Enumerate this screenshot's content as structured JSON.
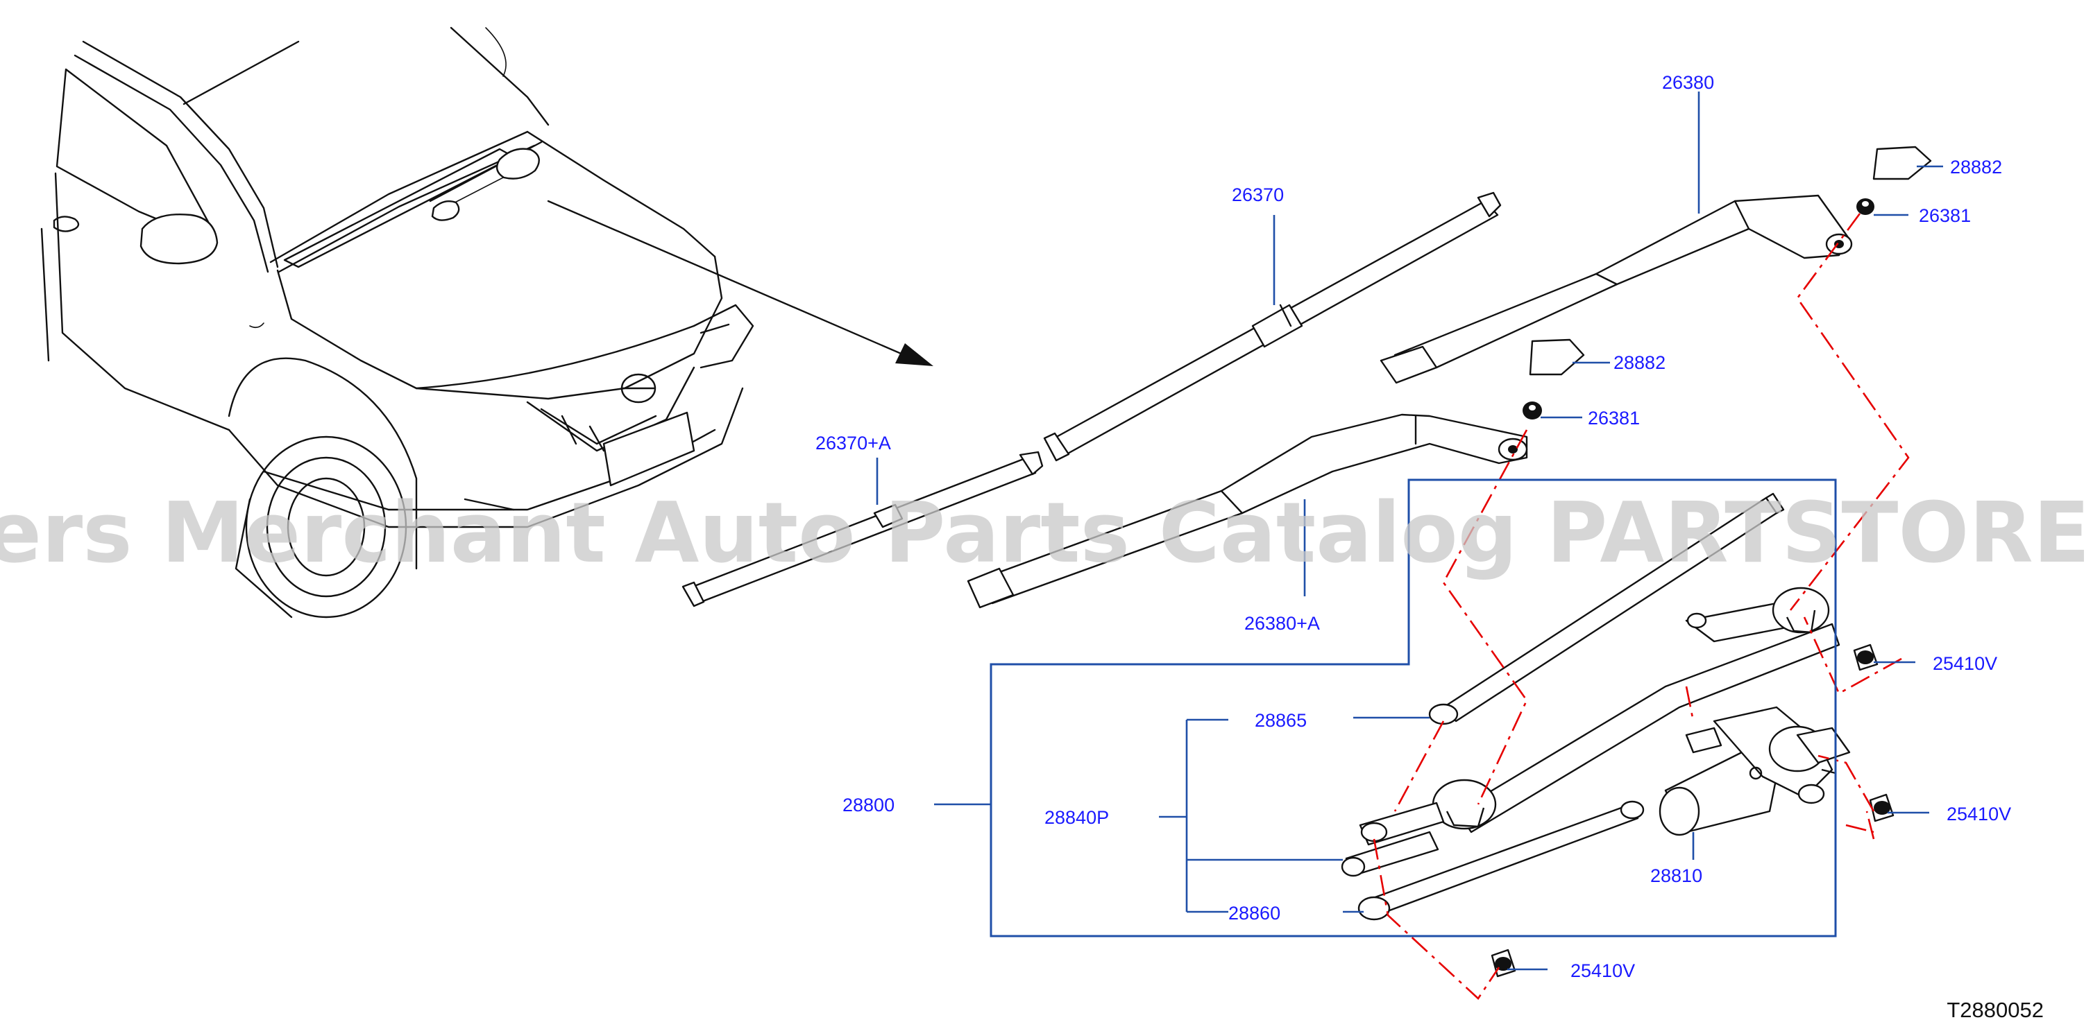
{
  "watermark": "Offers Merchant Auto Parts Catalog PARTSTORE.SA",
  "diagram_id": "T2880052",
  "part_labels": {
    "wiper_arm_passenger": "26380",
    "blade_passenger": "26370",
    "cap_upper": "28882",
    "nut_upper": "26381",
    "cap_lower": "28882",
    "nut_lower": "26381",
    "blade_driver": "26370+A",
    "wiper_arm_driver": "26380+A",
    "bolt_upper": "25410V",
    "bolt_middle": "25410V",
    "bolt_lower": "25410V",
    "wiper_assembly": "28800",
    "link_assembly": "28840P",
    "link_bushing": "28865",
    "link_rod": "28860",
    "wiper_motor": "28810"
  },
  "colors": {
    "label": "#1a1aff",
    "leader": "#1f4fa8",
    "dash": "#e60000",
    "ink": "#111111",
    "watermark": "#c9c9c9"
  }
}
